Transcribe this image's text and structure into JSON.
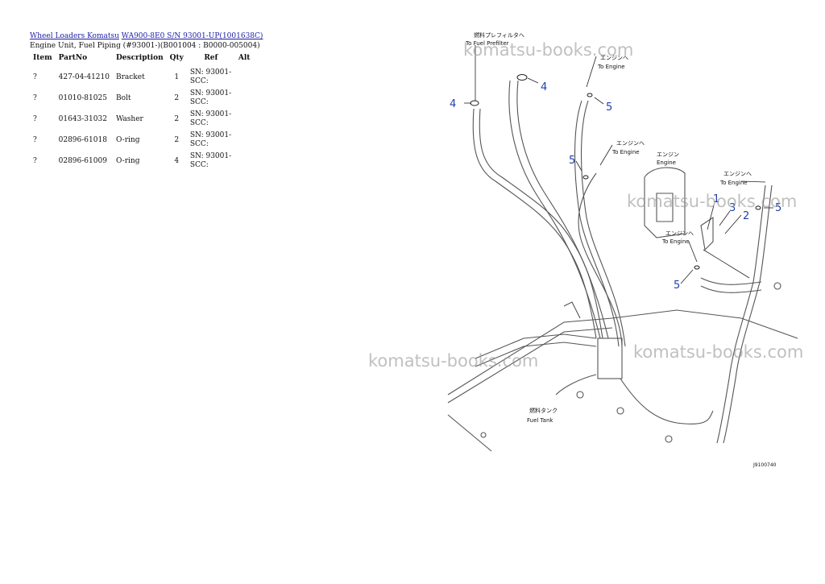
{
  "breadcrumb": {
    "link1": "Wheel Loaders Komatsu",
    "link2": "WA900-8E0 S/N 93001-UP(1001638C)"
  },
  "page_title": "Engine Unit, Fuel Piping (#93001-)(B001004 : B0000-005004)",
  "table": {
    "headers": [
      "Item",
      "PartNo",
      "Description",
      "Qty",
      "Ref",
      "Alt"
    ],
    "rows": [
      {
        "item": "?",
        "partno": "427-04-41210",
        "description": "Bracket",
        "qty": "1",
        "ref": "SN: 93001-SCC:",
        "alt": ""
      },
      {
        "item": "?",
        "partno": "01010-81025",
        "description": "Bolt",
        "qty": "2",
        "ref": "SN: 93001-SCC:",
        "alt": ""
      },
      {
        "item": "?",
        "partno": "01643-31032",
        "description": "Washer",
        "qty": "2",
        "ref": "SN: 93001-SCC:",
        "alt": ""
      },
      {
        "item": "?",
        "partno": "02896-61018",
        "description": "O-ring",
        "qty": "2",
        "ref": "SN: 93001-SCC:",
        "alt": ""
      },
      {
        "item": "?",
        "partno": "02896-61009",
        "description": "O-ring",
        "qty": "4",
        "ref": "SN: 93001-SCC:",
        "alt": ""
      }
    ]
  },
  "diagram": {
    "labels": {
      "fuel_prefilter_jp": "燃料プレフィルタへ",
      "fuel_prefilter_en": "To Fuel Prefilter",
      "engine_jp": "エンジンへ",
      "engine_en": "To Engine",
      "engine_block_jp": "エンジン",
      "engine_block_en": "Engine",
      "fuel_tank_jp": "燃料タンク",
      "fuel_tank_en": "Fuel Tank",
      "figure_code": "J9100740"
    },
    "callouts": [
      "4",
      "4",
      "5",
      "5",
      "1",
      "3",
      "2",
      "5",
      "5"
    ]
  },
  "watermark": "komatsu-books.com",
  "colors": {
    "link": "#1a1aa6",
    "callout": "#1f3fb0",
    "watermark": "#969696"
  }
}
